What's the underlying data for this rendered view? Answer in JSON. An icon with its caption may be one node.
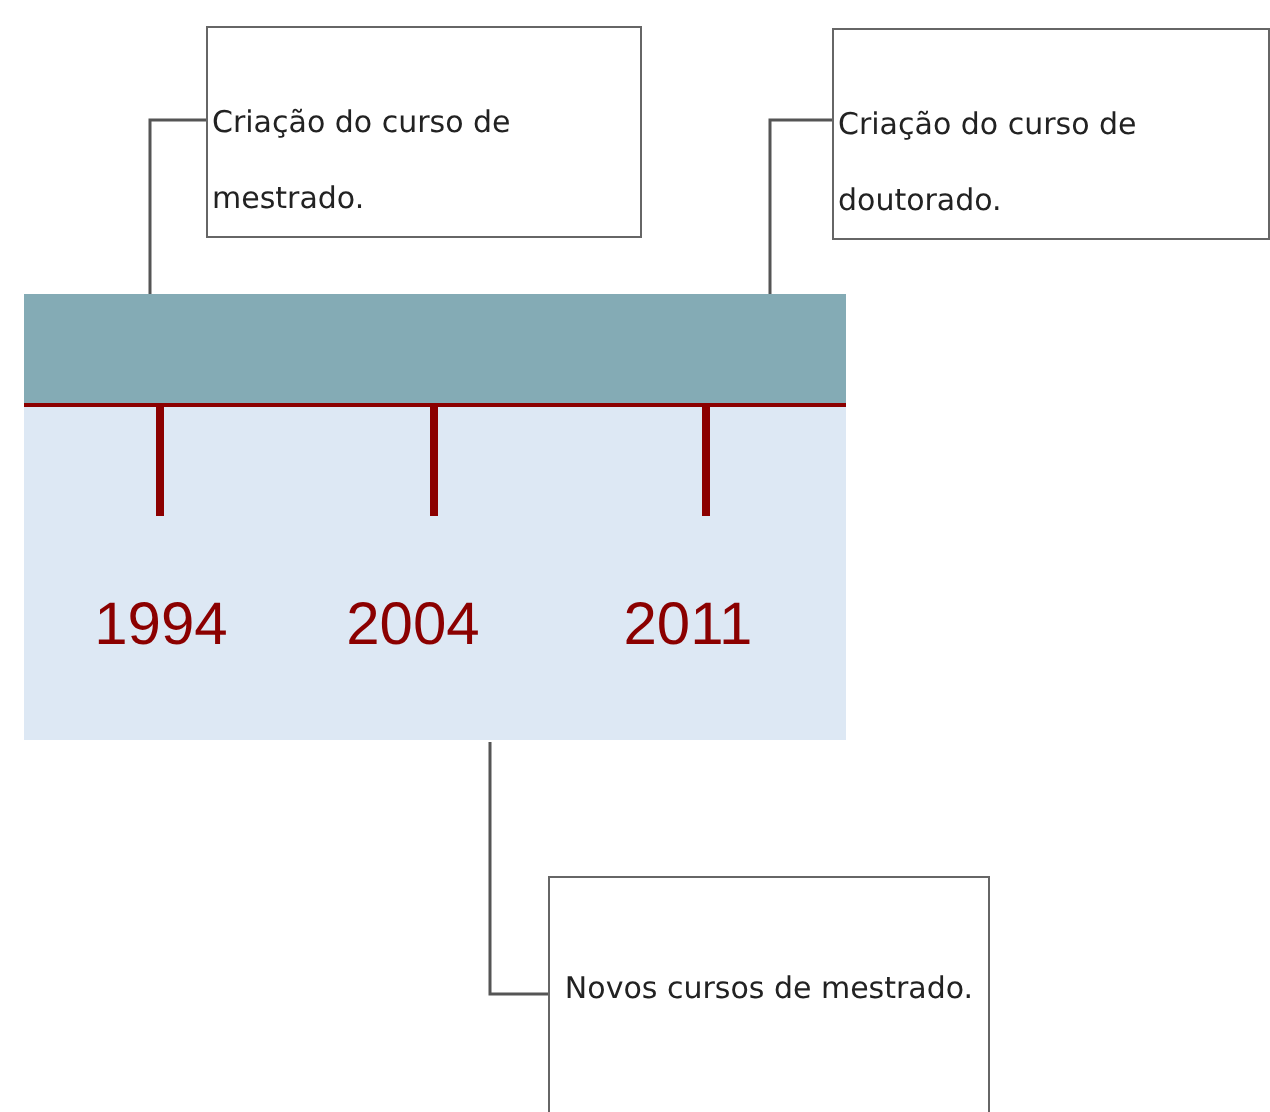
{
  "diagram": {
    "nodes": [
      {
        "text": [
          "Criação do curso de mestrado."
        ]
      },
      {
        "text": [
          "Criação do curso de doutorado."
        ]
      },
      {
        "text": [
          "Novos cursos de mestrado."
        ]
      }
    ],
    "edges": [
      {
        "from": 0,
        "to": null,
        "arrow": "none"
      },
      {
        "from": 1,
        "to": null,
        "arrow": "none"
      },
      {
        "from": 2,
        "to": null,
        "arrow": "none"
      }
    ],
    "labels": [
      "1994",
      "2004",
      "2011"
    ]
  }
}
